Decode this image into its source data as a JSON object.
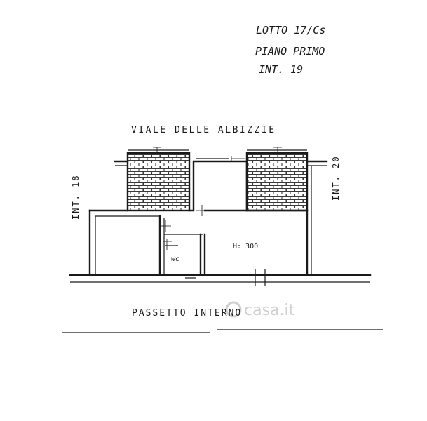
{
  "header": {
    "lotto": "LOTTO 17/Cs",
    "piano": "PIANO PRIMO",
    "interno": "INT. 19"
  },
  "plan": {
    "street": "VIALE DELLE ALBIZZIE",
    "left_neighbor": "INT. 18",
    "right_neighbor": "INT. 20",
    "height_label": "H: 300",
    "wc_label": "wc",
    "corridor": "PASSETTO INTERNO"
  },
  "watermark": "casa.it",
  "colors": {
    "ink": "#1a1a1a",
    "hatch": "#3a3a3a",
    "watermark": "#cfcfcf"
  }
}
